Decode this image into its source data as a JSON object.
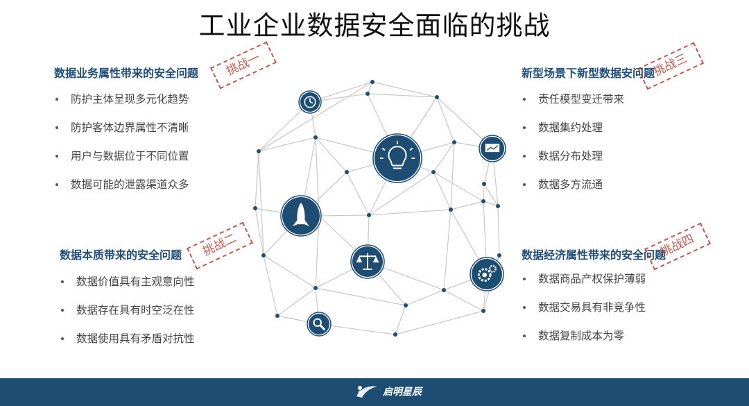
{
  "title": "工业企业数据安全面临的挑战",
  "challenges": [
    {
      "id": "c1",
      "title": "数据业务属性带来的安全问题",
      "stamp": "挑战一",
      "items": [
        "防护主体呈现多元化趋势",
        "防护客体边界属性不清晰",
        "用户与数据位于不同位置",
        "数据可能的泄露渠道众多"
      ]
    },
    {
      "id": "c2",
      "title": "数据本质带来的安全问题",
      "stamp": "挑战二",
      "items": [
        "数据价值具有主观意向性",
        "数据存在具有时空泛在性",
        "数据使用具有矛盾对抗性"
      ]
    },
    {
      "id": "c3",
      "title": "新型场景下新型数据安问题",
      "stamp": "挑战三",
      "items": [
        "责任模型变迁带来",
        "数据集约处理",
        "数据分布处理",
        "数据多方流通"
      ]
    },
    {
      "id": "c4",
      "title": "数据经济属性带来的安全问题",
      "stamp": "挑战四",
      "items": [
        "数据商品产权保护薄弱",
        "数据交易具有非竞争性",
        "数据复制成本为零"
      ]
    }
  ],
  "network": {
    "node_color": "#1e4d73",
    "edge_color": "#c8c8c8",
    "icons": [
      "clock-icon",
      "lightbulb-icon",
      "presentation-icon",
      "rocket-icon",
      "scales-icon",
      "gears-icon",
      "wrench-icon"
    ]
  },
  "footer": {
    "brand": "启明星辰",
    "bg": "#1e4d73"
  }
}
